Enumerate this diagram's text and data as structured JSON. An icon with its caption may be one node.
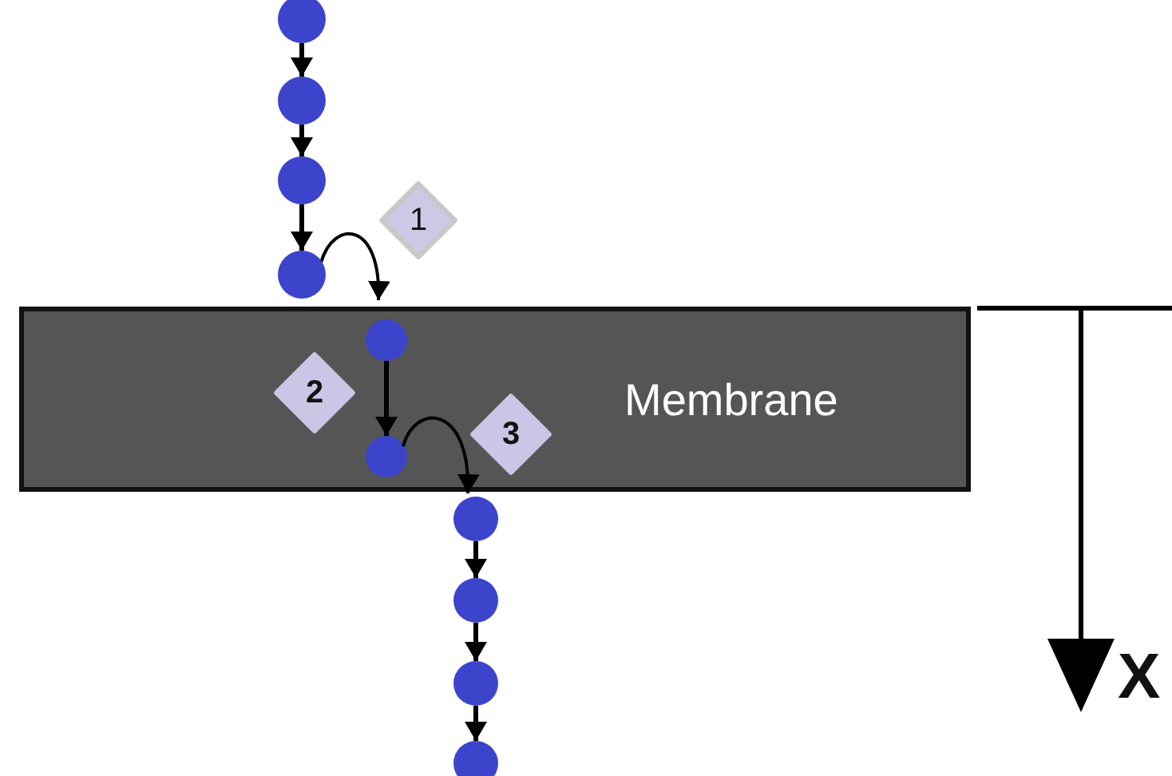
{
  "diagram": {
    "nodes": [
      {
        "text": [],
        "shape": "circle"
      },
      {
        "text": [],
        "shape": "circle"
      },
      {
        "text": [],
        "shape": "circle"
      },
      {
        "text": [
          "1"
        ]
      },
      {
        "text": [],
        "shape": "circle"
      },
      {
        "text": [
          "Membrane"
        ]
      },
      {
        "text": [],
        "shape": "circle",
        "in": 5
      },
      {
        "text": [
          "2"
        ],
        "in": 5
      },
      {
        "text": [],
        "shape": "circle",
        "in": 5
      },
      {
        "text": [
          "3"
        ],
        "in": 5
      },
      {
        "text": [],
        "shape": "circle"
      },
      {
        "text": [],
        "shape": "circle"
      },
      {
        "text": [],
        "shape": "circle"
      },
      {
        "text": [],
        "shape": "circle"
      }
    ],
    "edges": [
      {
        "from": 0,
        "to": 1,
        "arrow": "to"
      },
      {
        "from": 1,
        "to": 2,
        "arrow": "to"
      },
      {
        "from": 2,
        "to": 4,
        "arrow": "to"
      },
      {
        "from": 4,
        "to": 6,
        "arrow": "to"
      },
      {
        "from": 6,
        "to": 8,
        "arrow": "to"
      },
      {
        "from": 8,
        "to": 10,
        "arrow": "to"
      },
      {
        "from": 10,
        "to": 11,
        "arrow": "to"
      },
      {
        "from": 11,
        "to": 12,
        "arrow": "to"
      },
      {
        "from": 12,
        "to": 13,
        "arrow": "to"
      }
    ],
    "labels": [
      "X"
    ]
  }
}
